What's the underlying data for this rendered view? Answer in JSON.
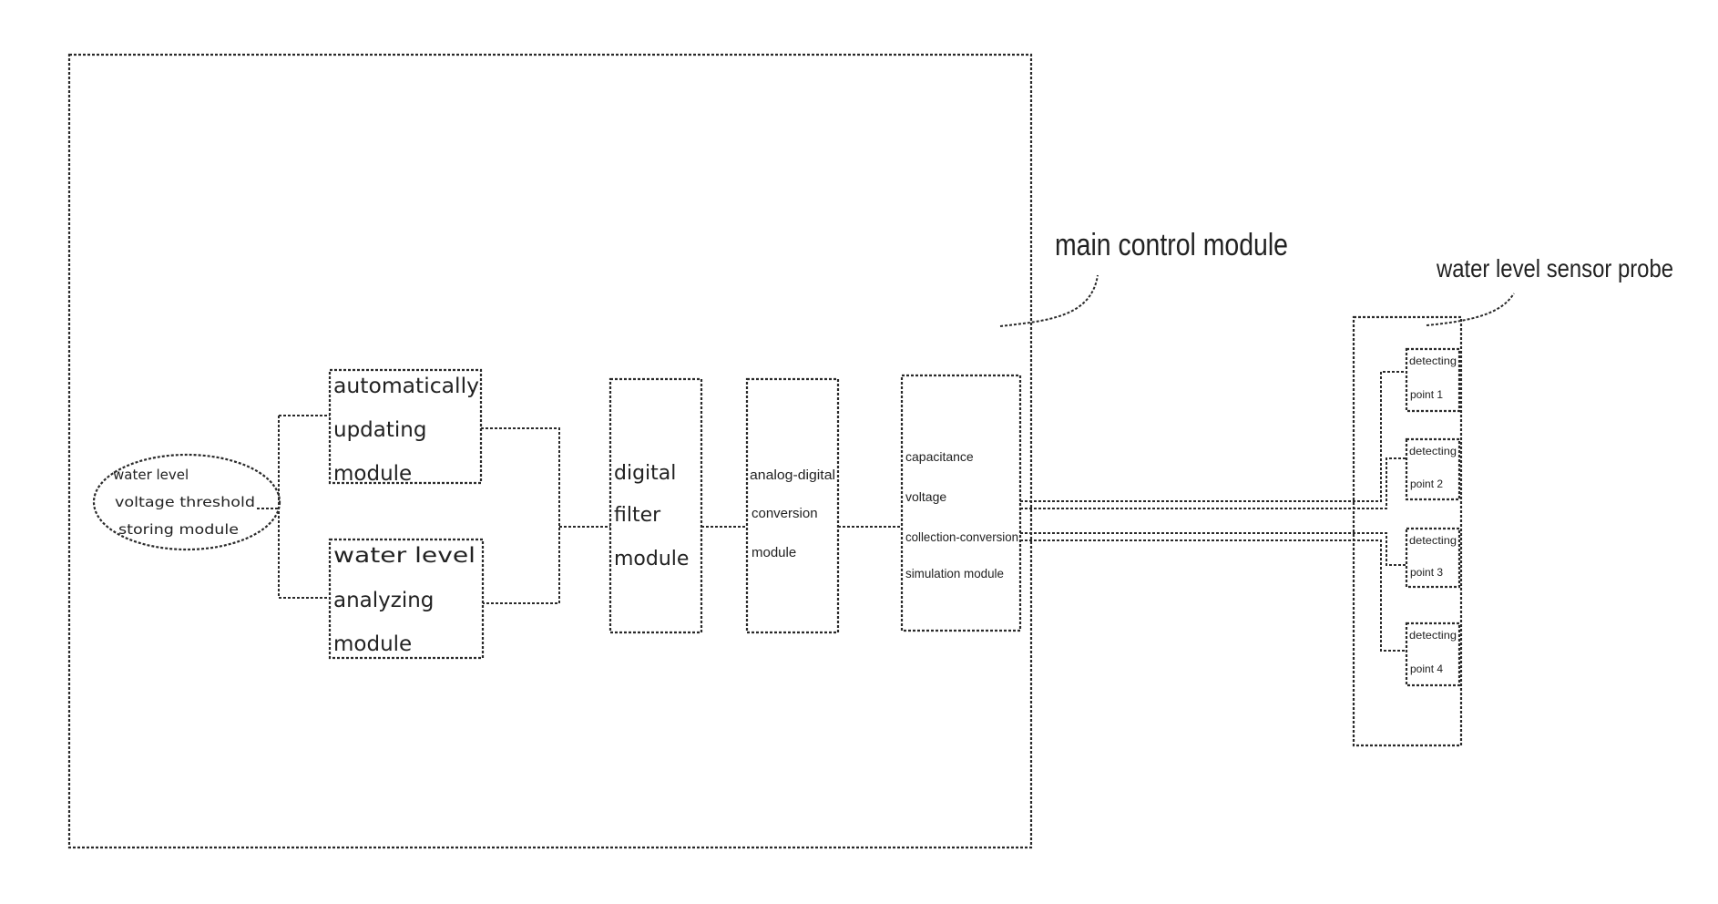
{
  "main_control_module": {
    "label": "main control module"
  },
  "water_level_sensor_probe": {
    "label": "water level sensor probe",
    "detecting_points": [
      {
        "line1": "detecting",
        "line2": "point 1"
      },
      {
        "line1": "detecting",
        "line2": "point 2"
      },
      {
        "line1": "detecting",
        "line2": "point 3"
      },
      {
        "line1": "detecting",
        "line2": "point 4"
      }
    ]
  },
  "modules": {
    "threshold_storing": [
      "water level",
      "voltage threshold",
      "storing module"
    ],
    "automatically_updating": [
      "automatically",
      "updating",
      "module"
    ],
    "water_level_analyzing": [
      "water level",
      "analyzing",
      "module"
    ],
    "digital_filter": [
      "digital",
      "filter",
      "module"
    ],
    "analog_digital_conversion": [
      "analog-digital",
      "conversion",
      "module"
    ],
    "capacitance_collection": [
      "capacitance",
      "voltage",
      "collection-conversion",
      "simulation module"
    ]
  }
}
